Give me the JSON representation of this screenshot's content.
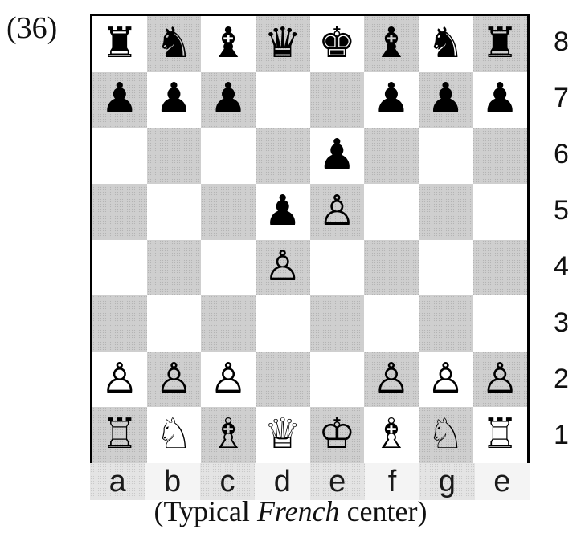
{
  "diagram_number": "(36)",
  "board": {
    "ranks": [
      [
        "♜",
        "♞",
        "♝",
        "♛",
        "♚",
        "♝",
        "♞",
        "♜"
      ],
      [
        "♟",
        "♟",
        "♟",
        "",
        "",
        "♟",
        "♟",
        "♟"
      ],
      [
        "",
        "",
        "",
        "",
        "♟",
        "",
        "",
        ""
      ],
      [
        "",
        "",
        "",
        "♟",
        "♙",
        "",
        "",
        ""
      ],
      [
        "",
        "",
        "",
        "♙",
        "",
        "",
        "",
        ""
      ],
      [
        "",
        "",
        "",
        "",
        "",
        "",
        "",
        ""
      ],
      [
        "♙",
        "♙",
        "♙",
        "",
        "",
        "♙",
        "♙",
        "♙"
      ],
      [
        "♖",
        "♘",
        "♗",
        "♕",
        "♔",
        "♗",
        "♘",
        "♖"
      ]
    ]
  },
  "rank_labels": [
    "8",
    "7",
    "6",
    "5",
    "4",
    "3",
    "2",
    "1"
  ],
  "file_labels": [
    "a",
    "b",
    "c",
    "d",
    "e",
    "f",
    "g",
    "e"
  ],
  "caption": {
    "open": "(Typical ",
    "emphasis": "French",
    "close": " center)"
  }
}
